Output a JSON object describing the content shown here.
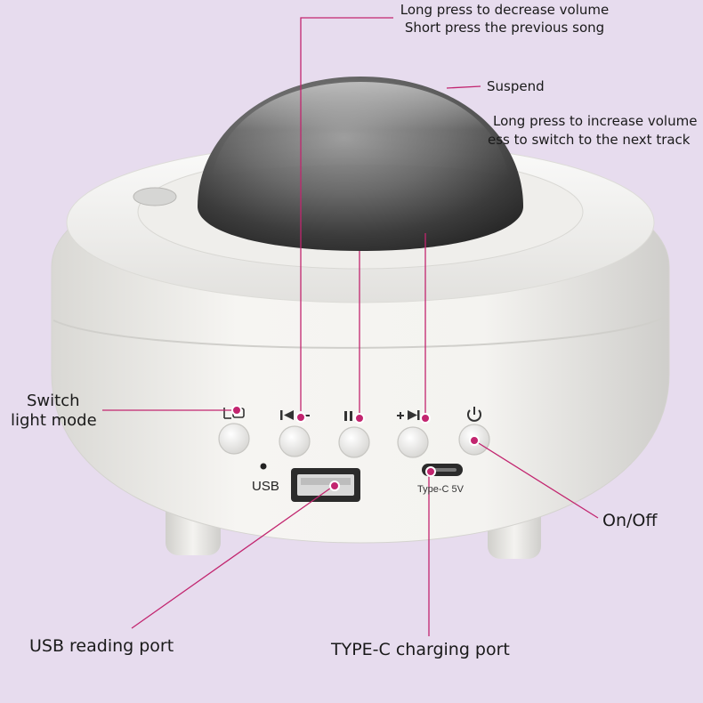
{
  "annotations": {
    "prev_song": {
      "line1": "Long press to decrease volume",
      "line2": "Short press the previous song"
    },
    "suspend": "Suspend",
    "next_track": {
      "line1": "Long press to increase volume",
      "line2": "ess to switch to the next track"
    },
    "switch_light": {
      "line1": "Switch",
      "line2": "light mode"
    },
    "on_off": "On/Off",
    "usb_reading_port": "USB reading port",
    "type_c_charging": "TYPE-C charging port"
  },
  "device": {
    "usb_label": "USB",
    "type_c_label": "Type-C 5V"
  },
  "colors": {
    "background": "#e7dcee",
    "accent": "#c2256f",
    "body": "#f2f1ee"
  },
  "icons": [
    "light-mode-icon",
    "previous-icon",
    "pause-icon",
    "next-icon",
    "power-icon"
  ]
}
